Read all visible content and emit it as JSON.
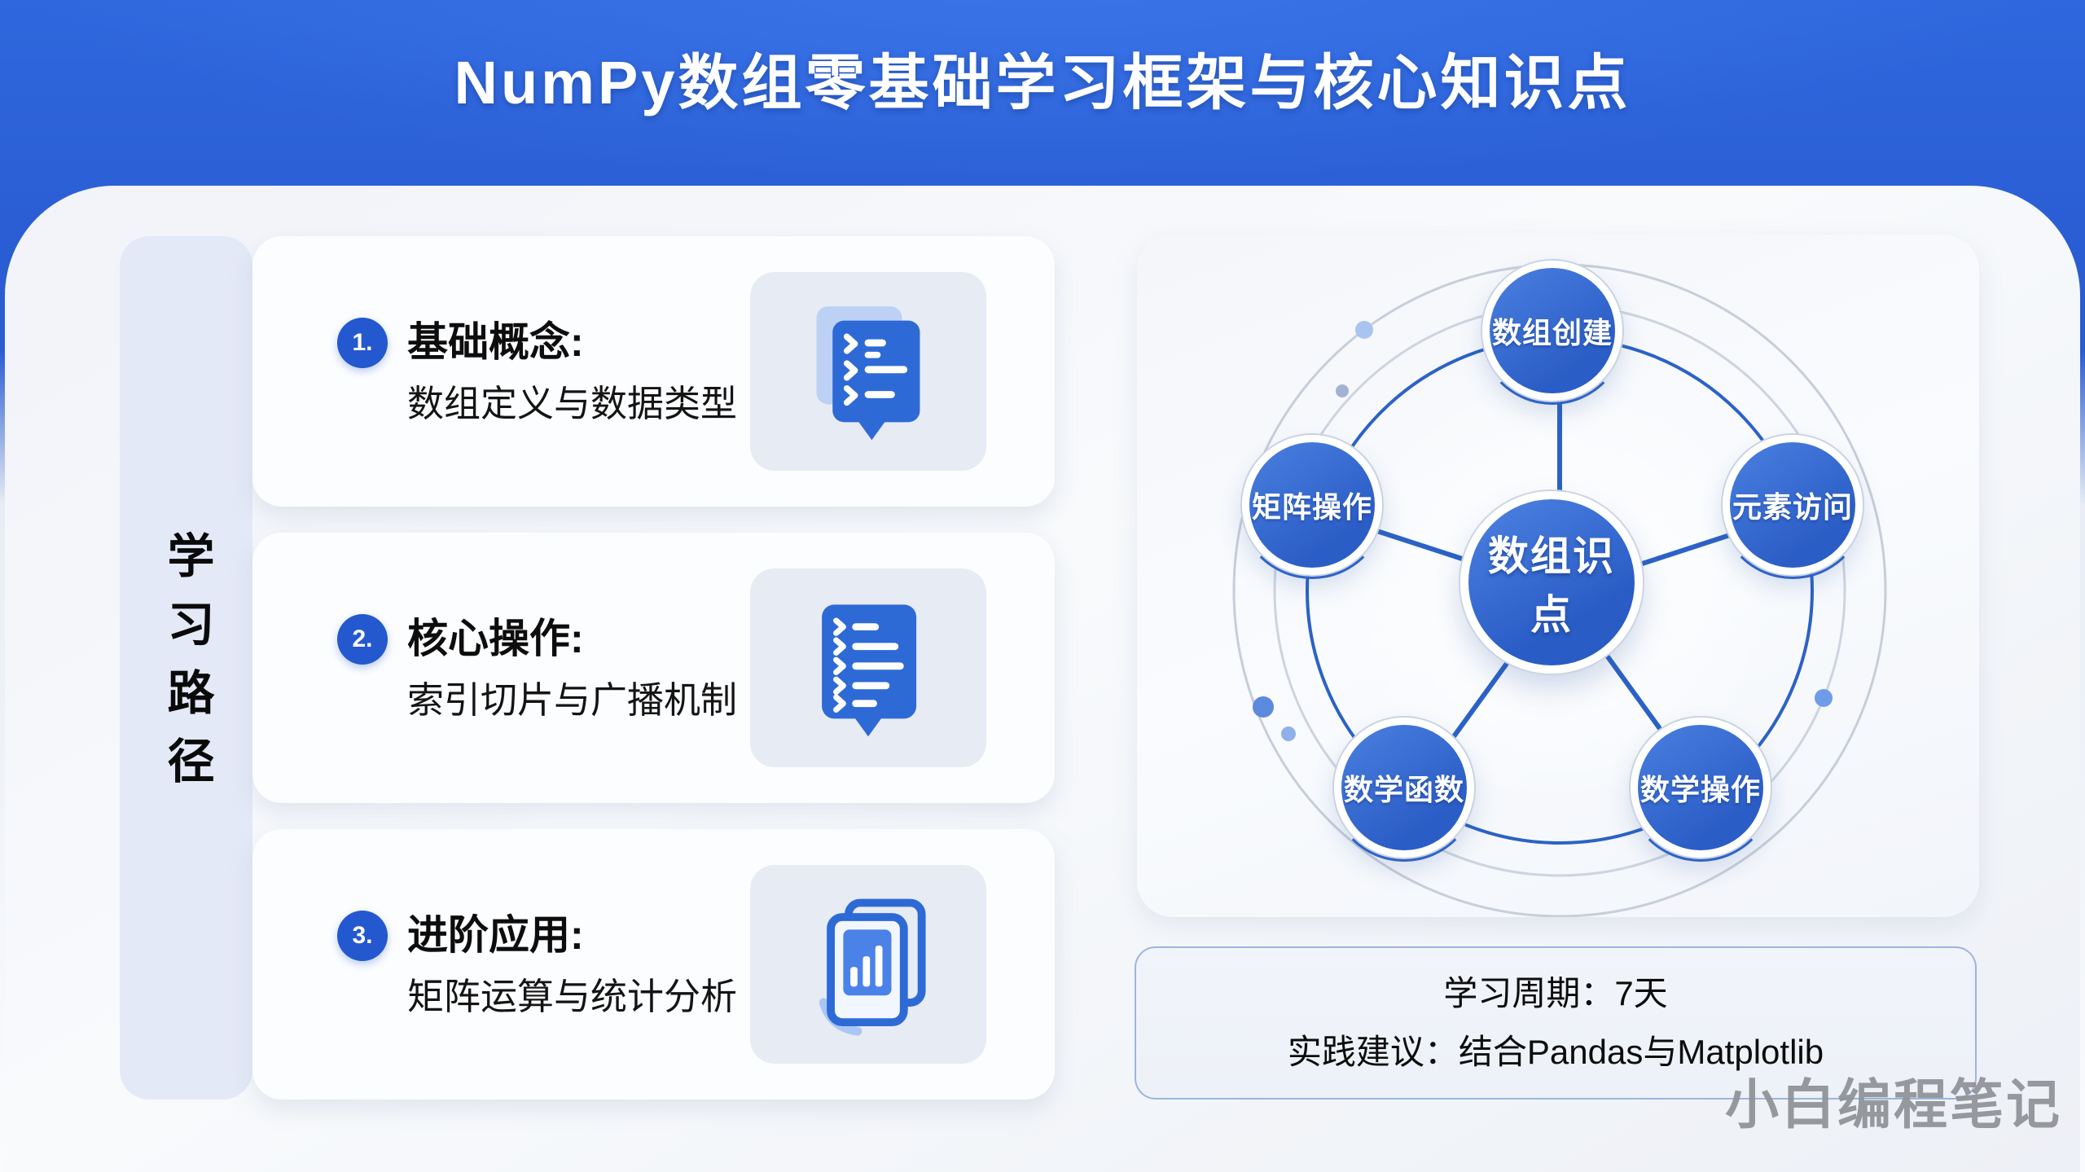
{
  "header": {
    "title": "NumPy数组零基础学习框架与核心知识点"
  },
  "sidebar": {
    "label": "学习路径"
  },
  "learning_path": {
    "items": [
      {
        "number": "1.",
        "title": "基础概念:",
        "description": "数组定义与数据类型",
        "icon": "chat-list-pages-icon"
      },
      {
        "number": "2.",
        "title": "核心操作:",
        "description": "索引切片与广播机制",
        "icon": "checklist-bubble-icon"
      },
      {
        "number": "3.",
        "title": "进阶应用:",
        "description": "矩阵运算与统计分析",
        "icon": "report-chart-pages-icon"
      }
    ]
  },
  "diagram": {
    "center": {
      "label": "数组识点"
    },
    "nodes": [
      {
        "label": "数组创建",
        "position": "top"
      },
      {
        "label": "元素访问",
        "position": "right"
      },
      {
        "label": "数学操作",
        "position": "bottom-right"
      },
      {
        "label": "数学函数",
        "position": "bottom-left"
      },
      {
        "label": "矩阵操作",
        "position": "left"
      }
    ]
  },
  "summary": {
    "lines": [
      "学习周期：7天",
      "实践建议：结合Pandas与Matplotlib"
    ]
  },
  "watermark": "小白编程笔记",
  "colors": {
    "header_blue": "#2b5fd6",
    "node_blue": "#3068d0",
    "accent_blue": "#2b62c6",
    "sidebar_lavender": "#e4e9f7"
  }
}
